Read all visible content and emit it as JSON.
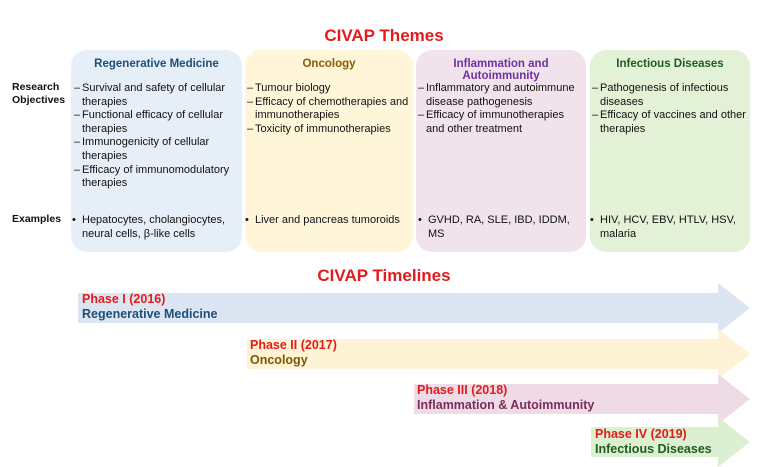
{
  "themes_title": "CIVAP Themes",
  "labels": {
    "research_objectives": "Research Objectives",
    "examples": "Examples"
  },
  "themes": [
    {
      "name": "Regenerative Medicine",
      "title_color": "#1f4e79",
      "bg": "#e6eef8",
      "objectives": [
        "Survival and safety of cellular therapies",
        "Functional efficacy of cellular therapies",
        "Immunogenicity of cellular therapies",
        "Efficacy of immunomodulatory therapies"
      ],
      "examples": "Hepatocytes, cholangiocytes, neural cells, β-like cells"
    },
    {
      "name": "Oncology",
      "title_color": "#8a5a00",
      "bg": "#fff5d9",
      "objectives": [
        "Tumour biology",
        "Efficacy of chemotherapies and immunotherapies",
        "Toxicity of immunotherapies"
      ],
      "examples": "Liver and pancreas tumoroids"
    },
    {
      "name": "Inflammation and Autoimmunity",
      "title_color": "#7030a0",
      "bg": "#f1e3ec",
      "objectives": [
        "Inflammatory and autoimmune disease pathogenesis",
        "Efficacy of immunotherapies and other treatment"
      ],
      "examples": "GVHD, RA, SLE, IBD, IDDM, MS"
    },
    {
      "name": "Infectious Diseases",
      "title_color": "#1e5c1e",
      "bg": "#e3f1d7",
      "objectives": [
        "Pathogenesis of infectious diseases",
        "Efficacy of vaccines and other therapies"
      ],
      "examples": "HIV, HCV, EBV, HTLV, HSV, malaria"
    }
  ],
  "timelines_title": "CIVAP Timelines",
  "phases": [
    {
      "phase": "Phase I (2016)",
      "name": "Regenerative Medicine",
      "name_color": "#1f4e79",
      "fill": "#dbe6f2"
    },
    {
      "phase": "Phase II (2017)",
      "name": "Oncology",
      "name_color": "#7a5a00",
      "fill": "#fff3d6"
    },
    {
      "phase": "Phase III (2018)",
      "name": "Inflammation & Autoimmunity",
      "name_color": "#7a2d5a",
      "fill": "#efdbe5"
    },
    {
      "phase": "Phase IV (2019)",
      "name": "Infectious Diseases",
      "name_color": "#1e5c1e",
      "fill": "#dcefd0"
    }
  ]
}
